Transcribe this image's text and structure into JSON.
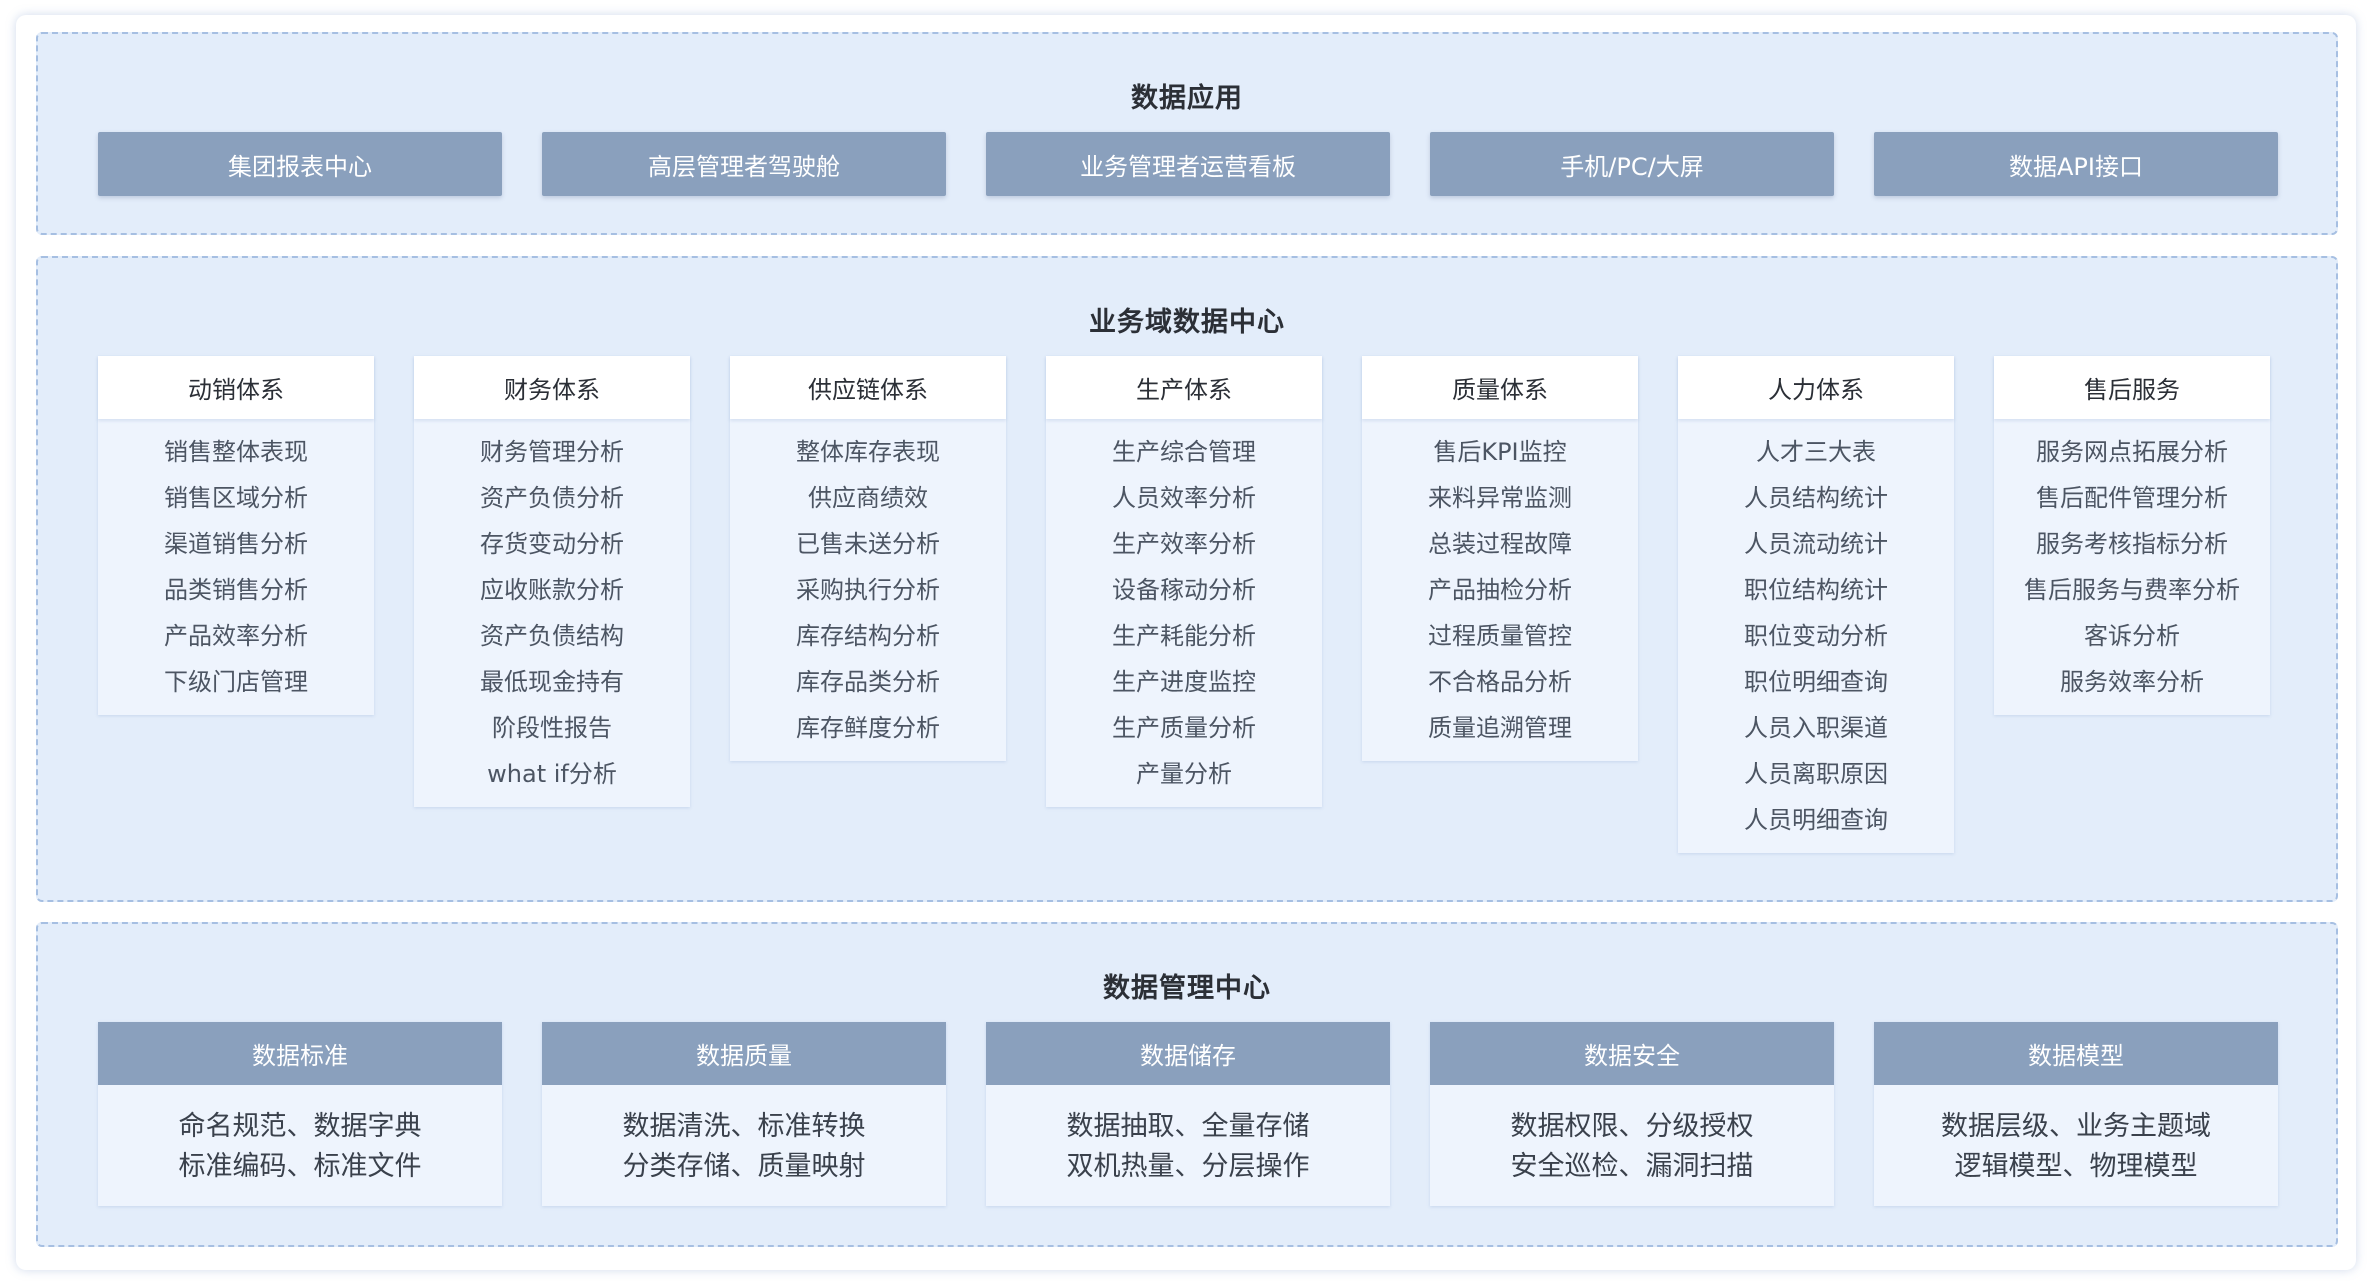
{
  "app_layer": {
    "title": "数据应用",
    "items": [
      "集团报表中心",
      "高层管理者驾驶舱",
      "业务管理者运营看板",
      "手机/PC/大屏",
      "数据API接口"
    ]
  },
  "business_layer": {
    "title": "业务域数据中心",
    "columns": [
      {
        "name": "动销体系",
        "items": [
          "销售整体表现",
          "销售区域分析",
          "渠道销售分析",
          "品类销售分析",
          "产品效率分析",
          "下级门店管理"
        ]
      },
      {
        "name": "财务体系",
        "items": [
          "财务管理分析",
          "资产负债分析",
          "存货变动分析",
          "应收账款分析",
          "资产负债结构",
          "最低现金持有",
          "阶段性报告",
          "what if分析"
        ]
      },
      {
        "name": "供应链体系",
        "items": [
          "整体库存表现",
          "供应商绩效",
          "已售未送分析",
          "采购执行分析",
          "库存结构分析",
          "库存品类分析",
          "库存鲜度分析"
        ]
      },
      {
        "name": "生产体系",
        "items": [
          "生产综合管理",
          "人员效率分析",
          "生产效率分析",
          "设备稼动分析",
          "生产耗能分析",
          "生产进度监控",
          "生产质量分析",
          "产量分析"
        ]
      },
      {
        "name": "质量体系",
        "items": [
          "售后KPI监控",
          "来料异常监测",
          "总装过程故障",
          "产品抽检分析",
          "过程质量管控",
          "不合格品分析",
          "质量追溯管理"
        ]
      },
      {
        "name": "人力体系",
        "items": [
          "人才三大表",
          "人员结构统计",
          "人员流动统计",
          "职位结构统计",
          "职位变动分析",
          "职位明细查询",
          "人员入职渠道",
          "人员离职原因",
          "人员明细查询"
        ]
      },
      {
        "name": "售后服务",
        "items": [
          "服务网点拓展分析",
          "售后配件管理分析",
          "服务考核指标分析",
          "售后服务与费率分析",
          "客诉分析",
          "服务效率分析"
        ]
      }
    ]
  },
  "management_layer": {
    "title": "数据管理中心",
    "cards": [
      {
        "name": "数据标准",
        "lines": [
          "命名规范、数据字典",
          "标准编码、标准文件"
        ]
      },
      {
        "name": "数据质量",
        "lines": [
          "数据清洗、标准转换",
          "分类存储、质量映射"
        ]
      },
      {
        "name": "数据储存",
        "lines": [
          "数据抽取、全量存储",
          "双机热量、分层操作"
        ]
      },
      {
        "name": "数据安全",
        "lines": [
          "数据权限、分级授权",
          "安全巡检、漏洞扫描"
        ]
      },
      {
        "name": "数据模型",
        "lines": [
          "数据层级、业务主题域",
          "逻辑模型、物理模型"
        ]
      }
    ]
  },
  "colors": {
    "section_bg": "#e3edfa",
    "section_border": "#a6bfe2",
    "header_fill": "#8aa0bd",
    "card_bg": "#eef4fd"
  }
}
